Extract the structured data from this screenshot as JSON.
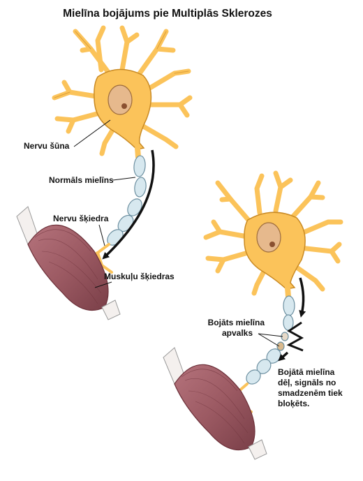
{
  "title": "Mielīna bojājums pie Multiplās Sklerozes",
  "labels": {
    "nerve_cell": "Nervu šūna",
    "normal_myelin": "Normāls mielīns",
    "nerve_fiber": "Nervu šķiedra",
    "muscle_fibers": "Muskuļu šķiedras",
    "damaged_myelin": [
      "Bojāts mielīna",
      "apvalks"
    ],
    "blocked_signal": [
      "Bojātā mielīna",
      "dēļ, signāls no",
      "smadzenēm tiek",
      "bloķēts."
    ]
  },
  "colors": {
    "neuron_fill": "#fbc35a",
    "neuron_outline": "#c98a24",
    "nucleus": "#e6b98d",
    "myelin": "#d7e8ef",
    "muscle": "#9c5a63",
    "arrow": "#111111"
  }
}
